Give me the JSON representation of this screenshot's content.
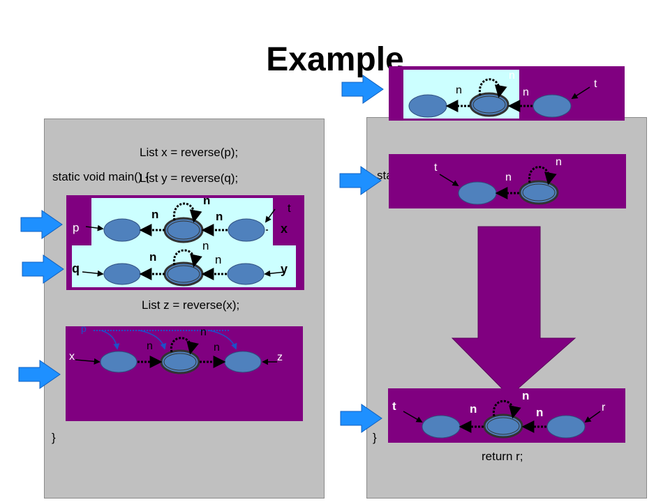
{
  "slide": {
    "title": "Example"
  },
  "left_panel": {
    "line1": "List x = reverse(p);",
    "line2": "static void main() {",
    "line3": "List y = reverse(q);",
    "line4": "List z = reverse(x);",
    "closing": "}"
  },
  "right_panel": {
    "fragment": "sta",
    "closing": "}",
    "return_line": "return r;"
  },
  "diagrams": {
    "left_top": {
      "labels": [
        "n",
        "n",
        "n",
        "n",
        "t",
        "p",
        "x",
        "n",
        "n",
        "q",
        "y"
      ]
    },
    "left_bottom": {
      "labels": [
        "p",
        "n",
        "n",
        "n",
        "x",
        "z"
      ]
    },
    "right_top": {
      "labels": [
        "n",
        "n",
        "n",
        "t"
      ]
    },
    "right_mid": {
      "labels": [
        "n",
        "t",
        "n"
      ]
    },
    "right_bottom": {
      "labels": [
        "n",
        "t",
        "n",
        "n",
        "r"
      ]
    }
  },
  "colors": {
    "purple": "#800080",
    "cyan": "#ccffff",
    "node_blue": "#4f81bd",
    "arrow_blue": "#1e90ff",
    "big_arrow": "#800080",
    "panel_gray": "#c0c0c0"
  }
}
